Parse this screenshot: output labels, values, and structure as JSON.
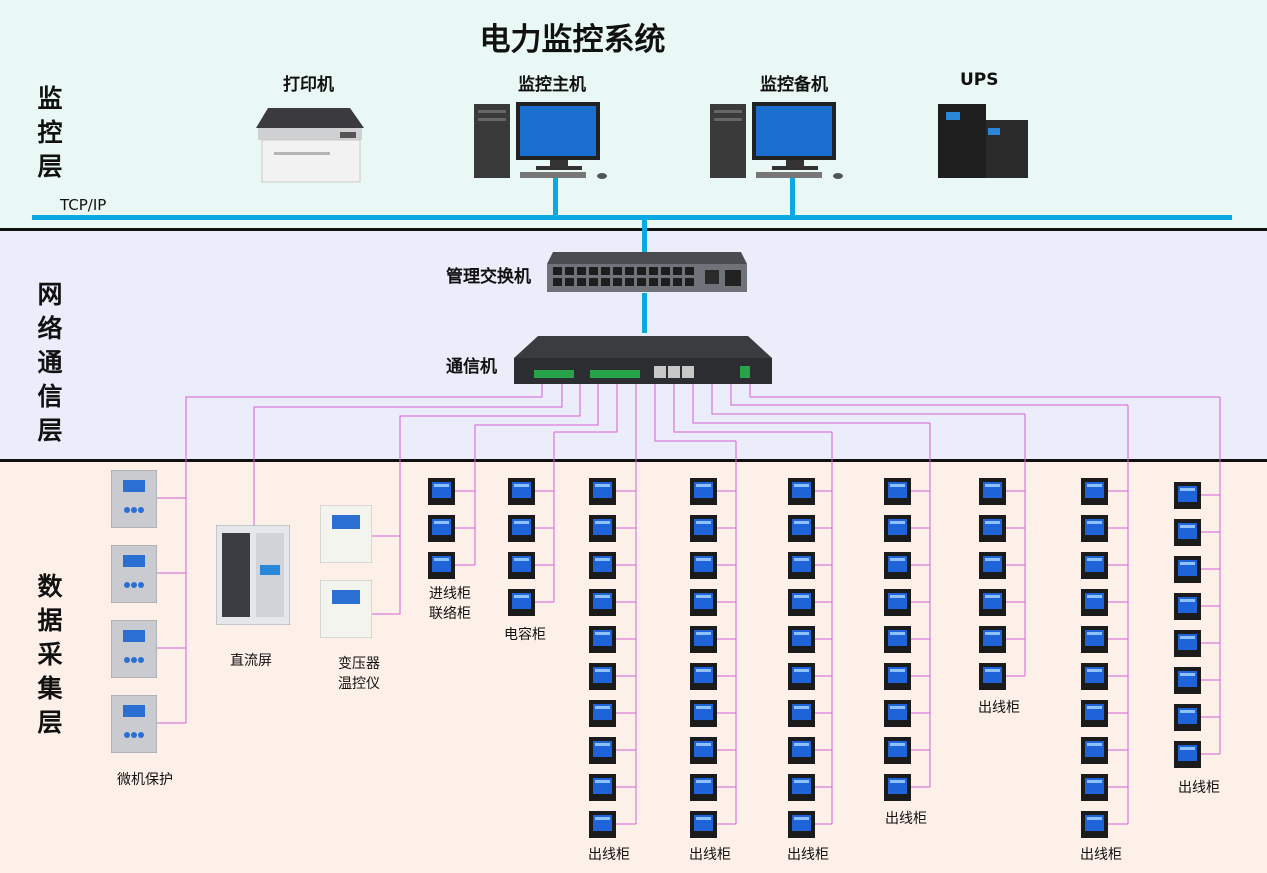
{
  "title": "电力监控系统",
  "layers": {
    "monitor": "监控层",
    "network": "网络通信层",
    "collect": "数据采集层"
  },
  "network_label": "TCP/IP",
  "devices": {
    "printer": "打印机",
    "main_host": "监控主机",
    "backup_host": "监控备机",
    "ups": "UPS",
    "switch": "管理交换机",
    "comm": "通信机"
  },
  "field": {
    "relay": "微机保护",
    "dc_panel": "直流屏",
    "transformer_line1": "变压器",
    "transformer_line2": "温控仪",
    "incoming_line1": "进线柜",
    "incoming_line2": "联络柜",
    "capacitor": "电容柜",
    "outgoing": "出线柜"
  },
  "colors": {
    "bus": "#0aa9e3",
    "wire": "#d65fd6",
    "monitor_bg": "#e9f8f4",
    "network_bg": "#ecedfb",
    "collect_bg": "#fdf0e9"
  }
}
